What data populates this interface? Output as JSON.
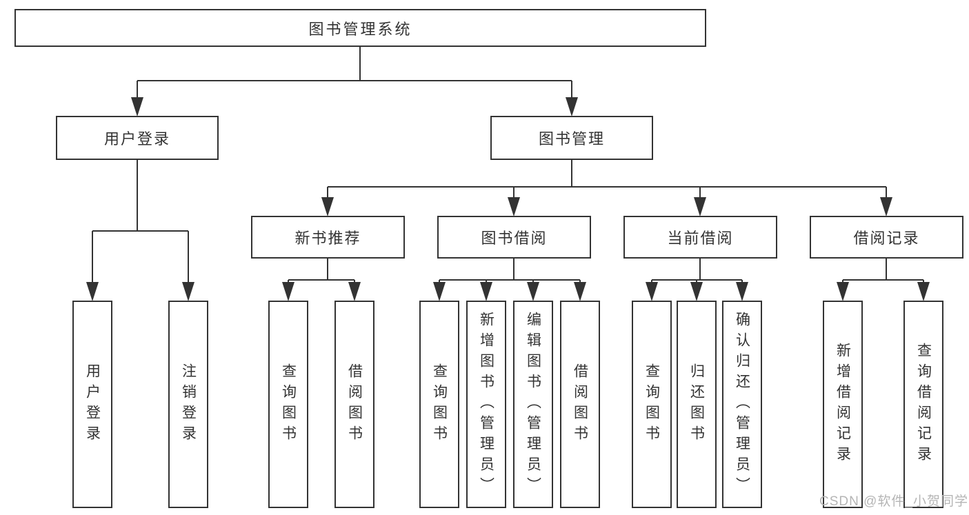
{
  "tree": {
    "root": "图书管理系统",
    "user_branch": {
      "label": "用户登录",
      "leaves": [
        "用户登录",
        "注销登录"
      ]
    },
    "book_branch": {
      "label": "图书管理",
      "sections": [
        {
          "label": "新书推荐",
          "leaves": [
            "查询图书",
            "借阅图书"
          ]
        },
        {
          "label": "图书借阅",
          "leaves": [
            "查询图书",
            "新增图书（管理员）",
            "编辑图书（管理员）",
            "借阅图书"
          ]
        },
        {
          "label": "当前借阅",
          "leaves": [
            "查询图书",
            "归还图书",
            "确认归还（管理员）"
          ]
        },
        {
          "label": "借阅记录",
          "leaves": [
            "新增借阅记录",
            "查询借阅记录"
          ]
        }
      ]
    }
  },
  "watermark": "CSDN @软件_小贺同学",
  "colors": {
    "line": "#333333",
    "text": "#333333",
    "watermark": "#b5b5b5",
    "background": "#ffffff"
  }
}
